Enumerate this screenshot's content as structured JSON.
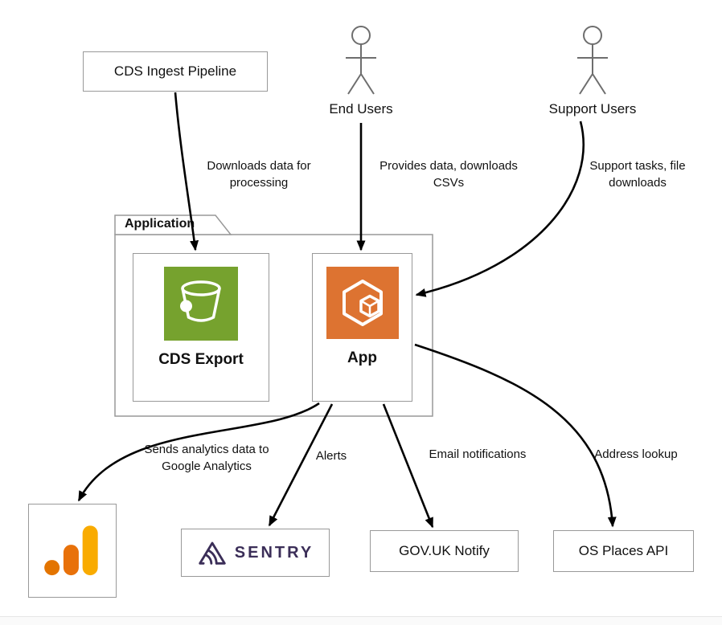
{
  "nodes": {
    "cds_ingest": {
      "label": "CDS Ingest Pipeline"
    },
    "end_users": {
      "label": "End Users",
      "icon": "person-actor-icon"
    },
    "support_users": {
      "label": "Support Users",
      "icon": "person-actor-icon"
    },
    "application_container": {
      "label": "Application"
    },
    "cds_export": {
      "label": "CDS Export",
      "icon": "aws-s3-bucket-icon",
      "icon_color": "#76A22E"
    },
    "app": {
      "label": "App",
      "icon": "aws-ecs-icon",
      "icon_color": "#DD7331"
    },
    "google_analytics": {
      "icon": "google-analytics-logo-icon"
    },
    "sentry": {
      "label": "SENTRY",
      "icon": "sentry-logo-icon",
      "brand_color": "#3B2E58"
    },
    "govuk_notify": {
      "label": "GOV.UK Notify"
    },
    "os_places": {
      "label": "OS Places API"
    }
  },
  "edges": [
    {
      "from": "CDS Ingest Pipeline",
      "to": "CDS Export",
      "label": "Downloads data for processing"
    },
    {
      "from": "End Users",
      "to": "App",
      "label": "Provides data, downloads CSVs"
    },
    {
      "from": "Support Users",
      "to": "App",
      "label": "Support tasks, file downloads"
    },
    {
      "from": "App",
      "to": "Google Analytics",
      "label": "Sends analytics data to Google Analytics"
    },
    {
      "from": "App",
      "to": "Sentry",
      "label": "Alerts"
    },
    {
      "from": "App",
      "to": "GOV.UK Notify",
      "label": "Email notifications"
    },
    {
      "from": "App",
      "to": "OS Places API",
      "label": "Address lookup"
    }
  ],
  "colors": {
    "box_border": "#999999",
    "arrow": "#000000",
    "actor": "#6E6E6E",
    "s3_green": "#76A22E",
    "ecs_orange": "#DD7331",
    "sentry_purple": "#3B2E58",
    "ga_dot_orange": "#E37400",
    "ga_bar_orange": "#E8710A",
    "ga_bar_yellow": "#F9AB00"
  }
}
